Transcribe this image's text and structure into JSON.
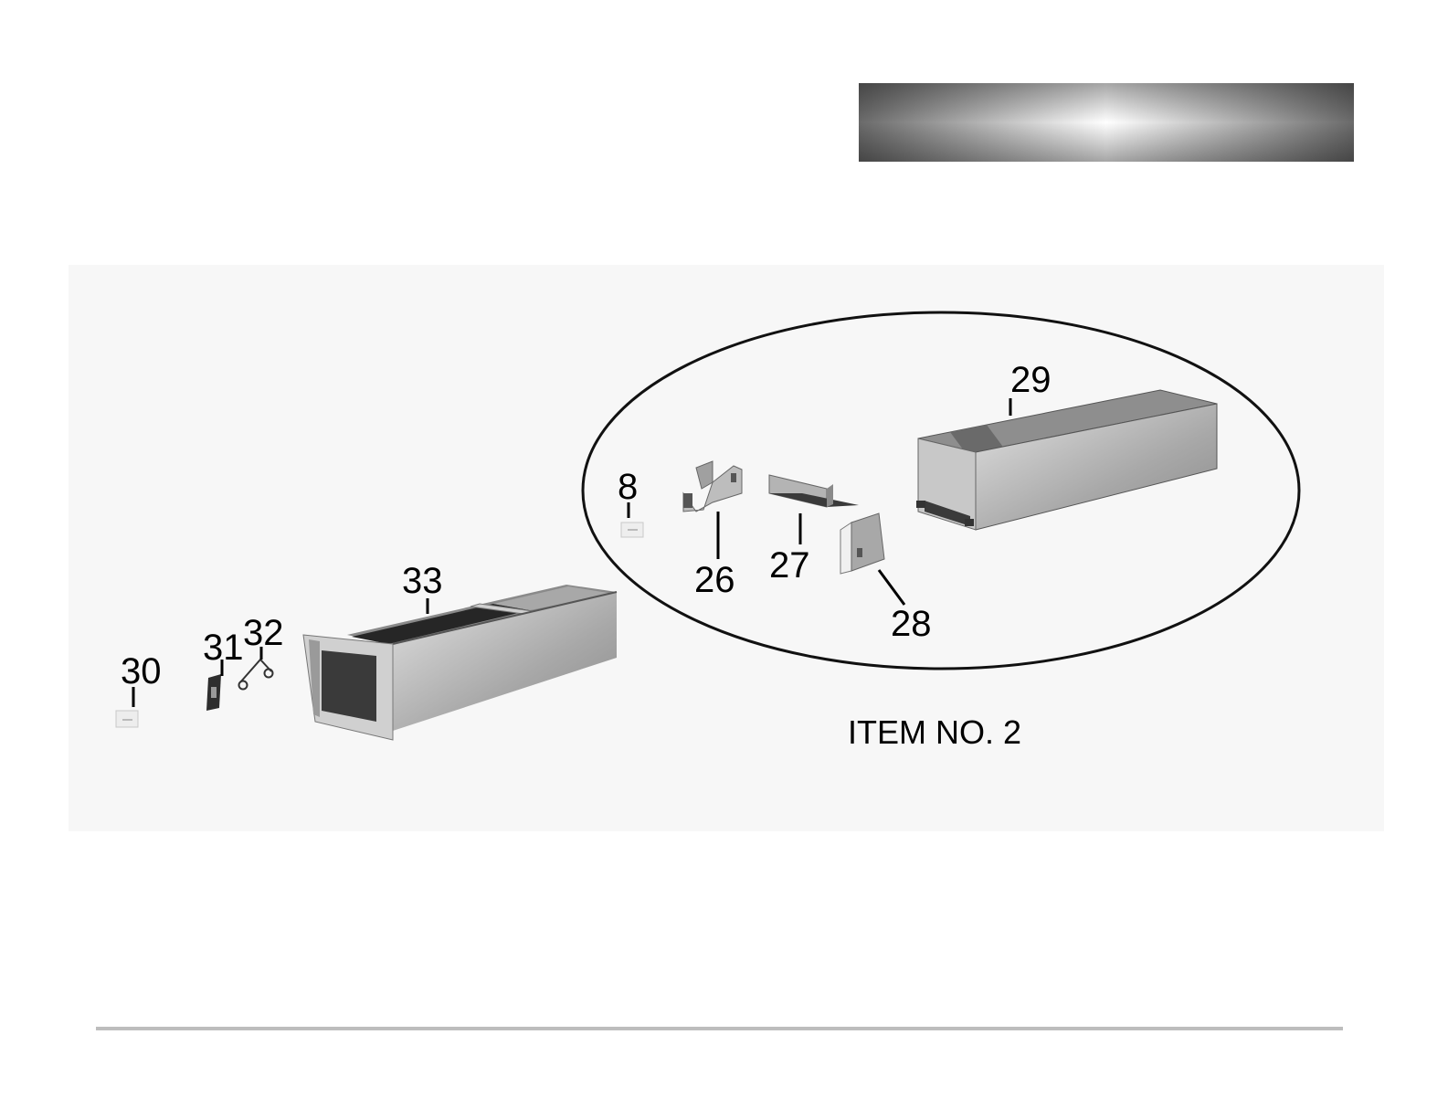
{
  "item_caption": "ITEM NO. 2",
  "callouts": {
    "p8": "8",
    "p26": "26",
    "p27": "27",
    "p28": "28",
    "p29": "29",
    "p30": "30",
    "p31": "31",
    "p32": "32",
    "p33": "33"
  },
  "colors": {
    "banner_edge": "#6e6e6e",
    "banner_center": "#ffffff",
    "metal_light": "#d8d8d8",
    "metal_mid": "#9c9c9c",
    "metal_dark": "#4a4a4a",
    "footer_rule": "#bdbdbd"
  }
}
